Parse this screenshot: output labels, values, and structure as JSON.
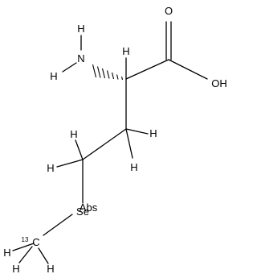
{
  "molecule": {
    "labels": {
      "o_carbonyl": "O",
      "o_hydroxyl": "OH",
      "n_amino": "N",
      "h_n_top": "H",
      "h_n_left": "H",
      "h_alpha": "H",
      "h_beta_1": "H",
      "h_beta_2": "H",
      "h_gamma_1": "H",
      "h_gamma_2": "H",
      "se_atom": "Se",
      "abs_tag": "Abs",
      "isotope_mass": "13",
      "isotope_element": "C",
      "h_methyl_1": "H",
      "h_methyl_2": "H",
      "h_methyl_3": "H"
    }
  }
}
